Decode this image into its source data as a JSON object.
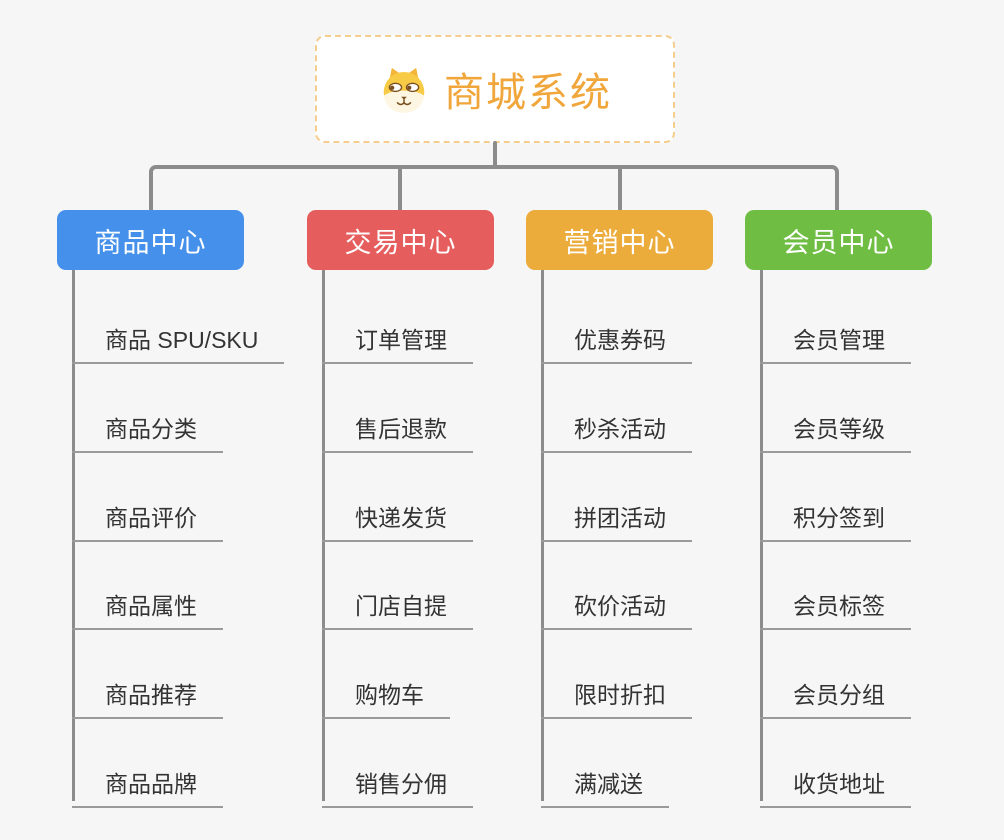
{
  "root": {
    "title": "商城系统",
    "title_color": "#f0a63b",
    "icon": "dog-face-icon",
    "border_color": "#f5cd8e"
  },
  "connector_color": "#8c8c8c",
  "branches": [
    {
      "label": "商品中心",
      "color": "#4490ea",
      "items": [
        "商品 SPU/SKU",
        "商品分类",
        "商品评价",
        "商品属性",
        "商品推荐",
        "商品品牌"
      ]
    },
    {
      "label": "交易中心",
      "color": "#e55d5d",
      "items": [
        "订单管理",
        "售后退款",
        "快递发货",
        "门店自提",
        "购物车",
        "销售分佣"
      ]
    },
    {
      "label": "营销中心",
      "color": "#ecac3c",
      "items": [
        "优惠券码",
        "秒杀活动",
        "拼团活动",
        "砍价活动",
        "限时折扣",
        "满减送"
      ]
    },
    {
      "label": "会员中心",
      "color": "#6fbe43",
      "items": [
        "会员管理",
        "会员等级",
        "积分签到",
        "会员标签",
        "会员分组",
        "收货地址"
      ]
    }
  ]
}
